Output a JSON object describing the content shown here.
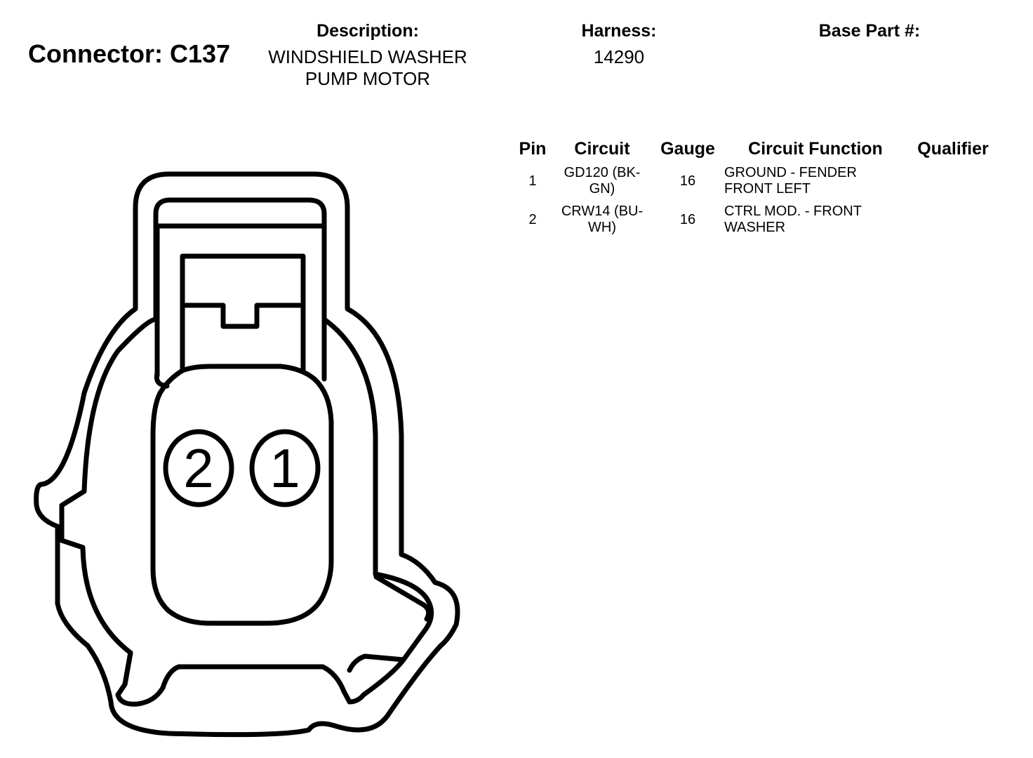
{
  "connector": {
    "title": "Connector: C137",
    "description_label": "Description:",
    "description_value": "WINDSHIELD WASHER\nPUMP MOTOR",
    "harness_label": "Harness:",
    "harness_value": "14290",
    "base_part_label": "Base Part #:",
    "base_part_value": ""
  },
  "pin_table": {
    "headers": {
      "pin": "Pin",
      "circuit": "Circuit",
      "gauge": "Gauge",
      "function": "Circuit Function",
      "qualifier": "Qualifier"
    },
    "rows": [
      {
        "pin": "1",
        "circuit": "GD120 (BK-\nGN)",
        "gauge": "16",
        "function": "GROUND - FENDER\nFRONT LEFT",
        "qualifier": ""
      },
      {
        "pin": "2",
        "circuit": "CRW14 (BU-\nWH)",
        "gauge": "16",
        "function": "CTRL MOD. - FRONT\nWASHER",
        "qualifier": ""
      }
    ]
  },
  "diagram": {
    "cavity_labels": [
      "2",
      "1"
    ]
  }
}
